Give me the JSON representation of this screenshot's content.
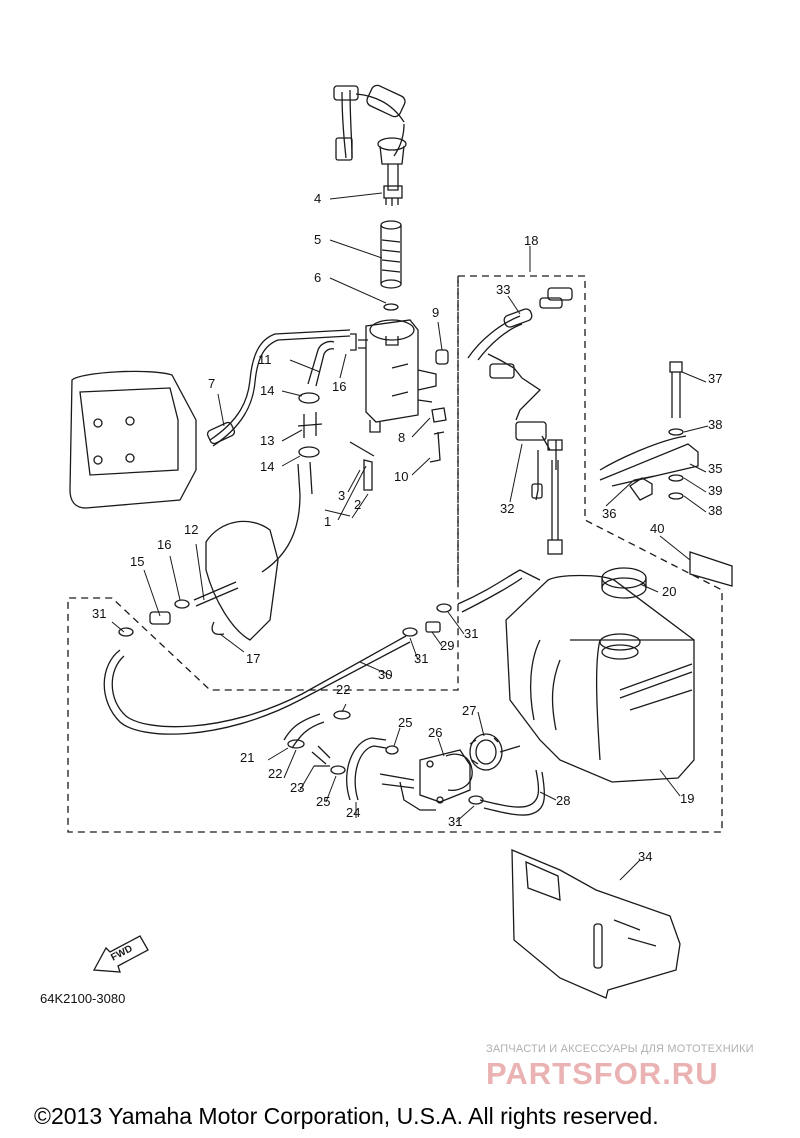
{
  "callouts": [
    {
      "id": "c1",
      "text": "1"
    },
    {
      "id": "c2",
      "text": "2"
    },
    {
      "id": "c3",
      "text": "3"
    },
    {
      "id": "c4",
      "text": "4"
    },
    {
      "id": "c5",
      "text": "5"
    },
    {
      "id": "c6",
      "text": "6"
    },
    {
      "id": "c7",
      "text": "7"
    },
    {
      "id": "c8",
      "text": "8"
    },
    {
      "id": "c9",
      "text": "9"
    },
    {
      "id": "c10",
      "text": "10"
    },
    {
      "id": "c11",
      "text": "11"
    },
    {
      "id": "c12",
      "text": "12"
    },
    {
      "id": "c13",
      "text": "13"
    },
    {
      "id": "c14a",
      "text": "14"
    },
    {
      "id": "c14b",
      "text": "14"
    },
    {
      "id": "c15",
      "text": "15"
    },
    {
      "id": "c16a",
      "text": "16"
    },
    {
      "id": "c16b",
      "text": "16"
    },
    {
      "id": "c17",
      "text": "17"
    },
    {
      "id": "c18",
      "text": "18"
    },
    {
      "id": "c19",
      "text": "19"
    },
    {
      "id": "c20",
      "text": "20"
    },
    {
      "id": "c21",
      "text": "21"
    },
    {
      "id": "c22a",
      "text": "22"
    },
    {
      "id": "c22b",
      "text": "22"
    },
    {
      "id": "c23",
      "text": "23"
    },
    {
      "id": "c24",
      "text": "24"
    },
    {
      "id": "c25a",
      "text": "25"
    },
    {
      "id": "c25b",
      "text": "25"
    },
    {
      "id": "c26",
      "text": "26"
    },
    {
      "id": "c27",
      "text": "27"
    },
    {
      "id": "c28",
      "text": "28"
    },
    {
      "id": "c29",
      "text": "29"
    },
    {
      "id": "c30",
      "text": "30"
    },
    {
      "id": "c31a",
      "text": "31"
    },
    {
      "id": "c31b",
      "text": "31"
    },
    {
      "id": "c31c",
      "text": "31"
    },
    {
      "id": "c31d",
      "text": "31"
    },
    {
      "id": "c32",
      "text": "32"
    },
    {
      "id": "c33",
      "text": "33"
    },
    {
      "id": "c34",
      "text": "34"
    },
    {
      "id": "c35",
      "text": "35"
    },
    {
      "id": "c36",
      "text": "36"
    },
    {
      "id": "c37",
      "text": "37"
    },
    {
      "id": "c38a",
      "text": "38"
    },
    {
      "id": "c38b",
      "text": "38"
    },
    {
      "id": "c39",
      "text": "39"
    },
    {
      "id": "c40",
      "text": "40"
    }
  ],
  "fwd_label": "FWD",
  "diagram_code": "64K2100-3080",
  "watermark": {
    "tagline": "ЗАПЧАСТИ И АКСЕССУАРЫ ДЛЯ МОТОТЕХНИКИ",
    "brand": "PARTSFOR.RU"
  },
  "copyright": "©2013 Yamaha Motor Corporation, U.S.A. All rights reserved.",
  "colors": {
    "line": "#1a1a1a",
    "watermark_red": "#eab2b2",
    "watermark_gray": "#b0b0b0"
  }
}
